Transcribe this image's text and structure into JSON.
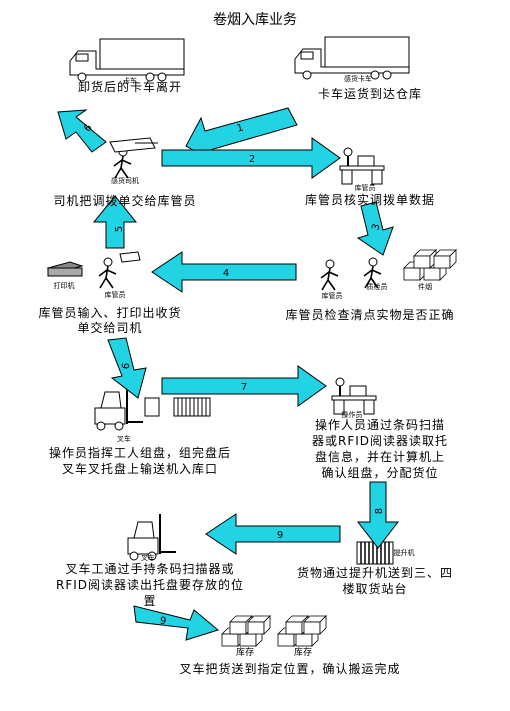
{
  "title": "卷烟入库业务",
  "steps": {
    "1": "1",
    "2": "2",
    "3": "3",
    "4": "4",
    "5": "5",
    "6": "6",
    "7": "7",
    "8": "8",
    "9a": "9",
    "9b": "9",
    "9c": "9"
  },
  "labels": {
    "truck_left": "卡车",
    "truck_right": "感货卡车",
    "driver": "感货司机",
    "clerk_desk": "库管员",
    "clerk_check": "库管员",
    "inspector": "质检员",
    "cigarettes": "件烟",
    "printer": "打印机",
    "clerk_print": "库管员",
    "forklift1": "叉车",
    "operator": "操作员",
    "lift": "提升机",
    "forklift2": "叉车",
    "storage1": "库存",
    "storage2": "库存"
  },
  "captions": {
    "unload": "卸货后的卡车离开",
    "arrive": "卡车运货到达仓库",
    "driver_hand": "司机把调拨单交给库管员",
    "verify": "库管员核实调拨单数据",
    "print_l1": "库管员输入、打印出收货",
    "print_l2": "单交给司机",
    "inspect": "库管员检查清点实物是否正确",
    "group_l1": "操作员指挥工人组盘，组完盘后",
    "group_l2": "叉车叉托盘上输送机入库口",
    "scan_l1": "操作人员通过条码扫描",
    "scan_l2": "器或RFID阅读器读取托",
    "scan_l3": "盘信息，并在计算机上",
    "scan_l4": "确认组盘，分配货位",
    "fork_l1": "叉车工通过手持条码扫描器或",
    "fork_l2": "RFID阅读器读出托盘要存放的位",
    "fork_l3": "置",
    "lift_l1": "货物通过提升机送到三、四",
    "lift_l2": "楼取货站台",
    "final": "叉车把货送到指定位置，确认搬运完成"
  },
  "colors": {
    "arrow": "#22d3e4",
    "line": "#000000"
  }
}
